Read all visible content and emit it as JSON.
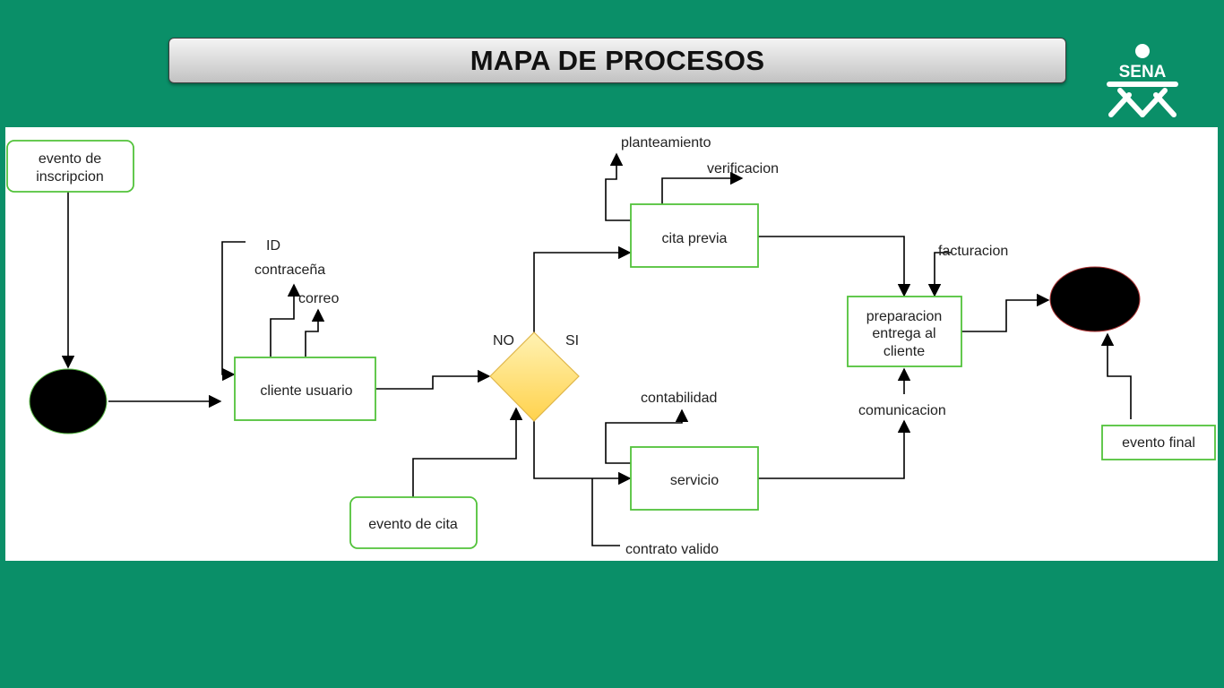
{
  "header": {
    "title": "MAPA DE PROCESOS",
    "logo_text": "SENA"
  },
  "colors": {
    "background": "#0a8f68",
    "node_border": "#52c23a",
    "decision_fill": "#ffd966",
    "terminal_fill": "#000000"
  },
  "diagram": {
    "nodes": {
      "evento_inscripcion": [
        "evento de",
        "inscripcion"
      ],
      "cliente_usuario": "cliente usuario",
      "evento_cita": "evento de cita",
      "cita_previa": "cita previa",
      "servicio": "servicio",
      "preparacion": [
        "preparacion",
        "entrega al",
        "cliente"
      ],
      "evento_final": "evento final"
    },
    "labels": {
      "id": "ID",
      "contrasena": "contraceña",
      "correo": "correo",
      "no": "NO",
      "si": "SI",
      "planteamiento": "planteamiento",
      "verificacion": "verificacion",
      "contabilidad": "contabilidad",
      "contrato": "contrato valido",
      "facturacion": "facturacion",
      "comunicacion": "comunicacion"
    }
  }
}
